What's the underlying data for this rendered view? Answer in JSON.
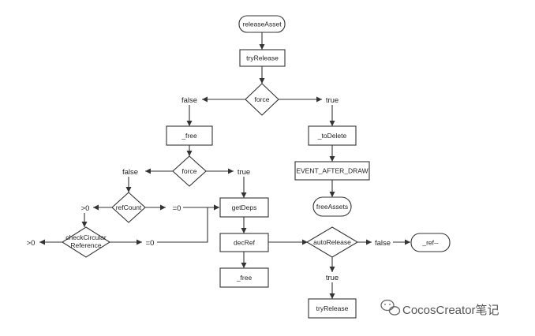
{
  "nodes": {
    "releaseAsset": "releaseAsset",
    "tryRelease_top": "tryRelease",
    "force_top": "force",
    "free_left": "_free",
    "force_mid": "force",
    "toDelete": "_toDelete",
    "event_after_draw": "EVENT_AFTER_DRAW",
    "freeAssets": "freeAssets",
    "refCount": "refCount",
    "getDeps": "getDeps",
    "checkCircular_line1": "checkCircular",
    "checkCircular_line2": "Reference",
    "decRef": "decRef",
    "autoRelease": "autoRelease",
    "ref_minus": "_ref--",
    "free_bottom": "_free",
    "tryRelease_bottom": "tryRelease"
  },
  "edge_labels": {
    "force_top_false": "false",
    "force_top_true": "true",
    "force_mid_false": "false",
    "force_mid_true": "true",
    "refcount_gt0": ">0",
    "refcount_eq0": "=0",
    "circular_gt0": ">0",
    "circular_eq0": "=0",
    "auto_false": "false",
    "auto_true": "true"
  },
  "watermark": "CocosCreator笔记"
}
